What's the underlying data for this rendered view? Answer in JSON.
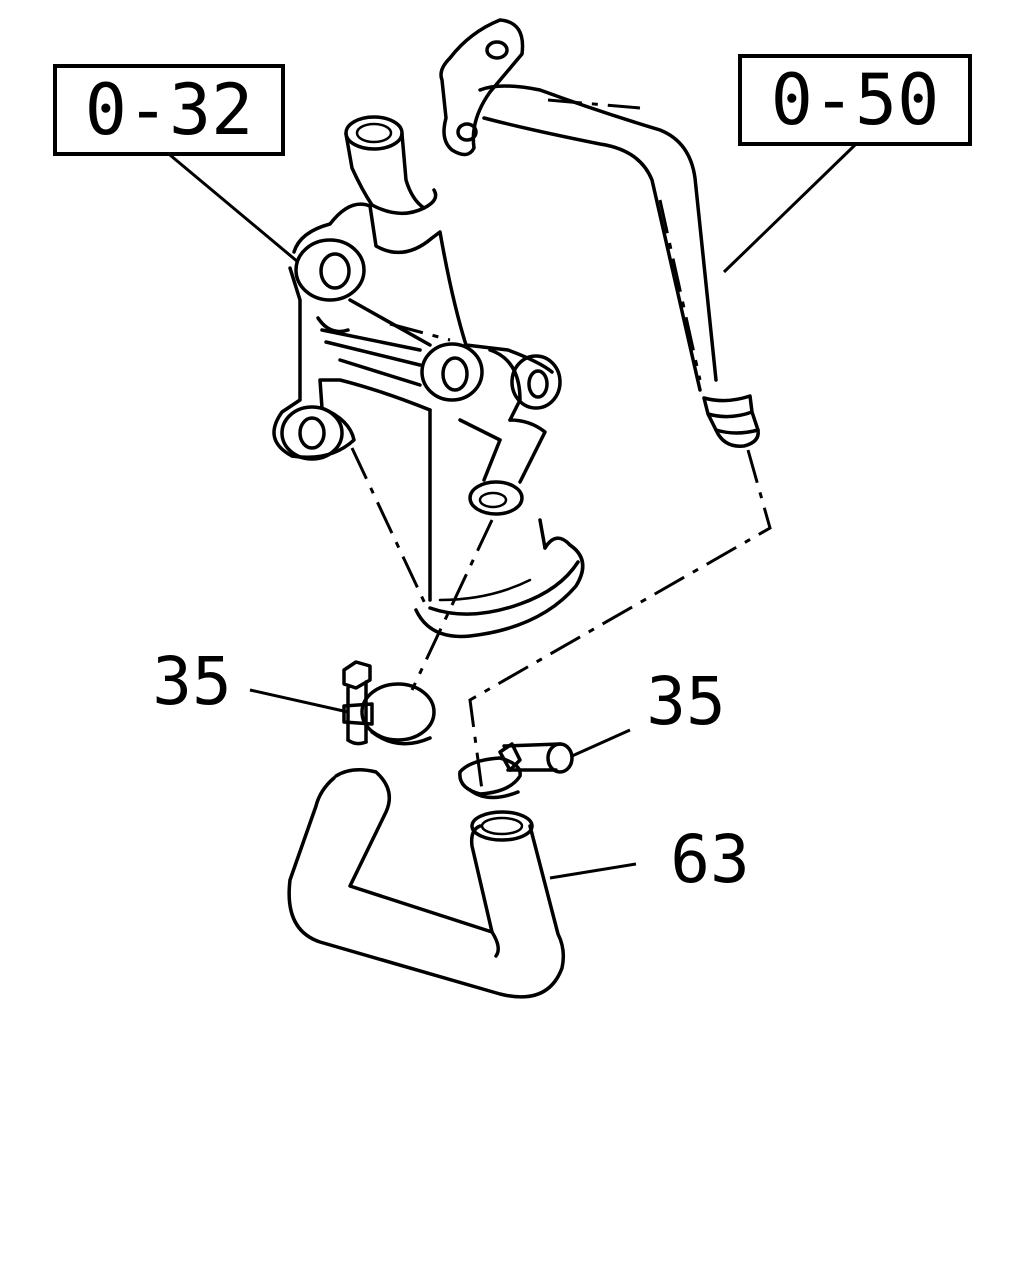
{
  "callouts": {
    "ref_left": "0-32",
    "ref_right": "0-50",
    "clamp_left": "35",
    "clamp_right": "35",
    "hose": "63"
  }
}
